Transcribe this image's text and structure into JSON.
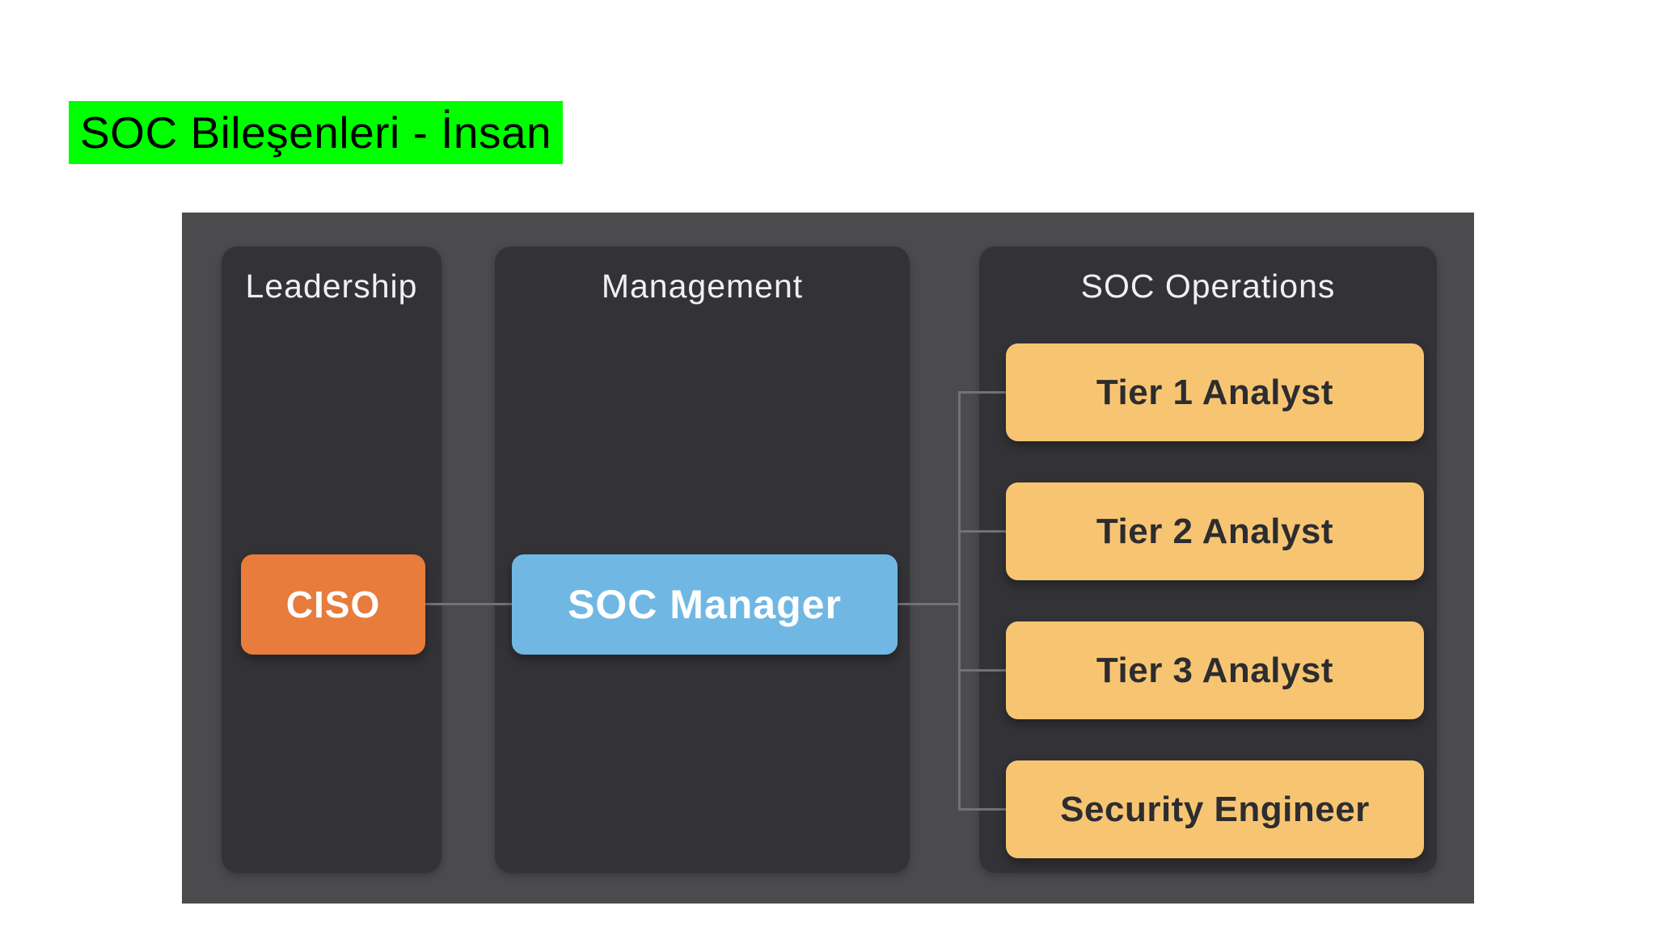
{
  "title": {
    "text": "SOC Bileşenleri - İnsan",
    "highlight_color": "#00ff00",
    "text_color": "#000000"
  },
  "diagram": {
    "panel_bg": "#4b4b4e",
    "column_bg": "#333337",
    "connector_color": "#727275",
    "header_text_color": "#f0f0f0",
    "columns": [
      {
        "header": "Leadership",
        "nodes": [
          {
            "label": "CISO",
            "bg": "#e87c3c",
            "text_color": "#ffffff"
          }
        ]
      },
      {
        "header": "Management",
        "nodes": [
          {
            "label": "SOC Manager",
            "bg": "#70b8e3",
            "text_color": "#ffffff"
          }
        ]
      },
      {
        "header": "SOC Operations",
        "nodes": [
          {
            "label": "Tier 1 Analyst",
            "bg": "#f7c572",
            "text_color": "#2d2d30"
          },
          {
            "label": "Tier 2 Analyst",
            "bg": "#f7c572",
            "text_color": "#2d2d30"
          },
          {
            "label": "Tier 3 Analyst",
            "bg": "#f7c572",
            "text_color": "#2d2d30"
          },
          {
            "label": "Security Engineer",
            "bg": "#f7c572",
            "text_color": "#2d2d30"
          }
        ]
      }
    ]
  }
}
